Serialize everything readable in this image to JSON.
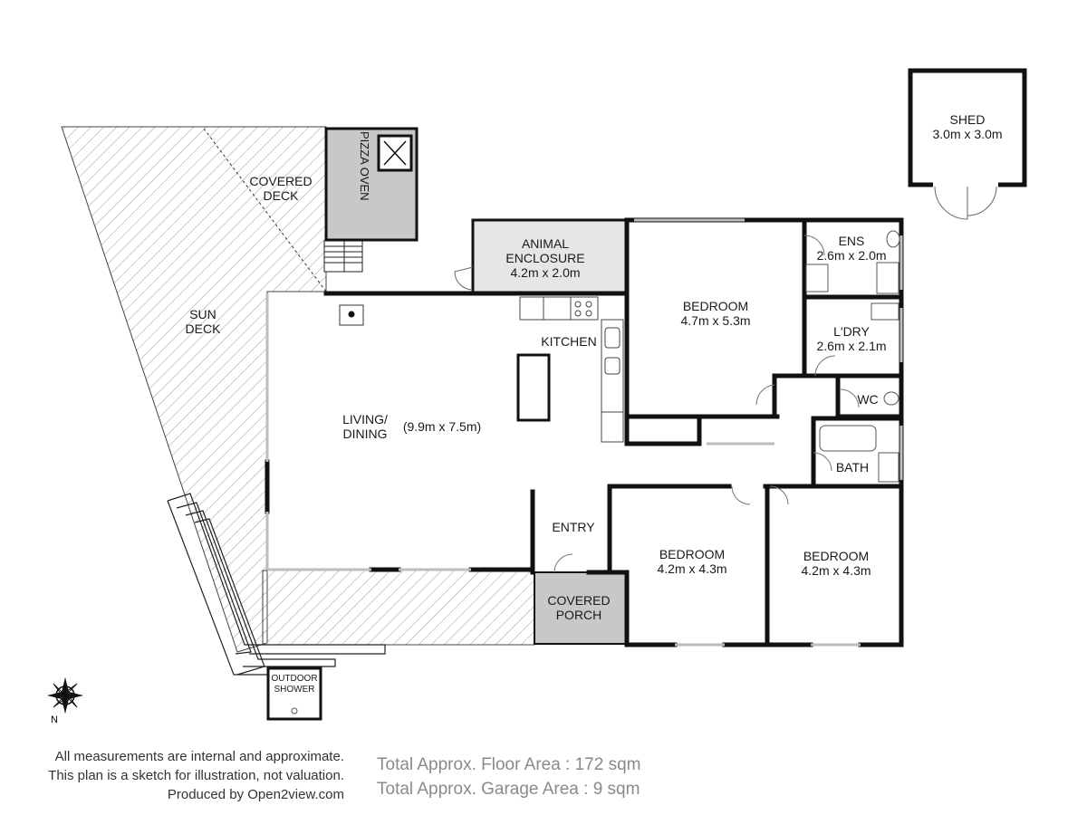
{
  "rooms": {
    "shed": {
      "name": "SHED",
      "size": "3.0m x 3.0m"
    },
    "pizza_oven": {
      "name": "PIZZA OVEN"
    },
    "covered_deck": {
      "line1": "COVERED",
      "line2": "DECK"
    },
    "sun_deck": {
      "line1": "SUN",
      "line2": "DECK"
    },
    "animal_enclosure": {
      "line1": "ANIMAL",
      "line2": "ENCLOSURE",
      "size": "4.2m x 2.0m"
    },
    "bedroom_main": {
      "name": "BEDROOM",
      "size": "4.7m x 5.3m"
    },
    "ensuite": {
      "name": "ENS",
      "size": "2.6m x 2.0m"
    },
    "laundry": {
      "name": "L'DRY",
      "size": "2.6m x 2.1m"
    },
    "wc": {
      "name": "WC"
    },
    "bath": {
      "name": "BATH"
    },
    "kitchen": {
      "name": "KITCHEN"
    },
    "living": {
      "line1": "LIVING/",
      "line2": "DINING",
      "size": "(9.9m x 7.5m)"
    },
    "entry": {
      "name": "ENTRY"
    },
    "covered_porch": {
      "line1": "COVERED",
      "line2": "PORCH"
    },
    "bedroom_2": {
      "name": "BEDROOM",
      "size": "4.2m x 4.3m"
    },
    "bedroom_3": {
      "name": "BEDROOM",
      "size": "4.2m x 4.3m"
    },
    "outdoor_shower": {
      "line1": "OUTDOOR",
      "line2": "SHOWER"
    }
  },
  "disclaimer": {
    "line1": "All measurements are internal and approximate.",
    "line2": "This plan is a sketch for illustration, not valuation.",
    "line3": "Produced by Open2view.com"
  },
  "areas": {
    "floor": "Total Approx. Floor Area : 172 sqm",
    "garage": "Total Approx. Garage Area : 9 sqm"
  },
  "colors": {
    "wall": "#111111",
    "covered_fill": "#c8c8c8",
    "enclosure_fill": "#e6e6e6",
    "hatch": "#9a9a9a",
    "window": "#bdbdbd"
  },
  "icons": {
    "compass": "compass-rose-icon"
  }
}
